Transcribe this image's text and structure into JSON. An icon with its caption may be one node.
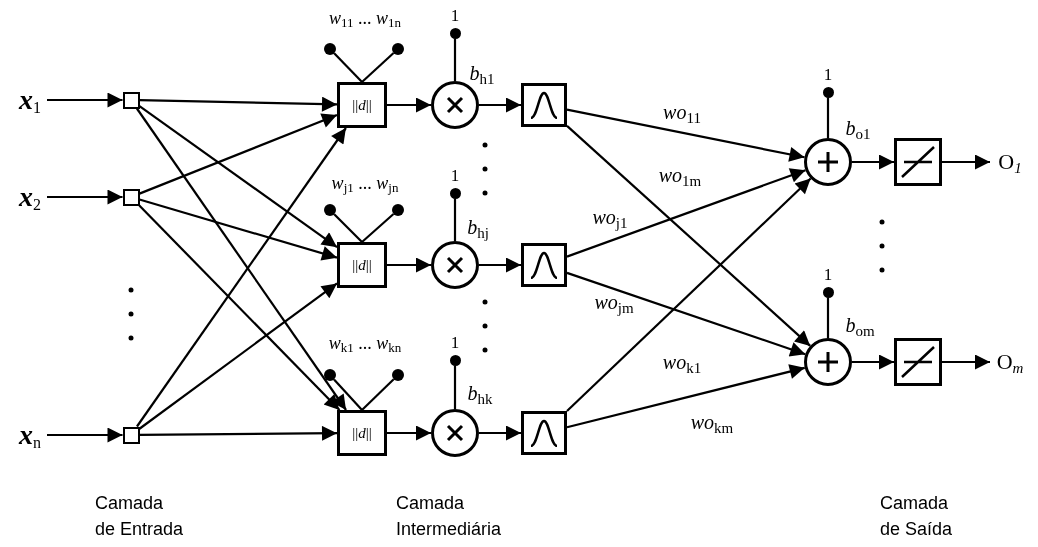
{
  "diagram": {
    "nodes": [
      {
        "text": [
          "x$_{1}$"
        ]
      },
      {
        "text": [
          "x$_{2}$"
        ]
      },
      {
        "text": [
          "x$_{n}$"
        ]
      },
      {
        "text": [],
        "shape": "box"
      },
      {
        "text": [],
        "shape": "box"
      },
      {
        "text": [],
        "shape": "box"
      },
      {
        "text": [],
        "shape": "circle"
      },
      {
        "text": [],
        "shape": "circle"
      },
      {
        "text": [
          "||*d*||"
        ]
      },
      {
        "text": [],
        "shape": "circle",
        "beside": [
          "1"
        ]
      },
      {
        "text": [],
        "shape": "circle"
      },
      {
        "text": [],
        "shape": "box"
      },
      {
        "text": [],
        "shape": "circle"
      },
      {
        "text": [],
        "shape": "circle"
      },
      {
        "text": [
          "||*d*||"
        ]
      },
      {
        "text": [],
        "shape": "circle",
        "beside": [
          "1"
        ]
      },
      {
        "text": [],
        "shape": "circle"
      },
      {
        "text": [],
        "shape": "box"
      },
      {
        "text": [],
        "shape": "circle"
      },
      {
        "text": [],
        "shape": "circle"
      },
      {
        "text": [
          "||*d*||"
        ]
      },
      {
        "text": [],
        "shape": "circle",
        "beside": [
          "1"
        ]
      },
      {
        "text": [],
        "shape": "circle"
      },
      {
        "text": [],
        "shape": "box"
      },
      {
        "text": [],
        "shape": "circle",
        "beside": [
          "1"
        ]
      },
      {
        "text": [],
        "shape": "circle"
      },
      {
        "text": [],
        "shape": "box"
      },
      {
        "text": [
          "O$_{1}$"
        ]
      },
      {
        "text": [],
        "shape": "circle",
        "beside": [
          "1"
        ]
      },
      {
        "text": [],
        "shape": "circle"
      },
      {
        "text": [],
        "shape": "box"
      },
      {
        "text": [
          "O$_{m}$"
        ]
      }
    ],
    "edges": [
      {
        "from": 0,
        "to": 3,
        "arrow": "to"
      },
      {
        "from": 1,
        "to": 4,
        "arrow": "to"
      },
      {
        "from": 2,
        "to": 5,
        "arrow": "to"
      },
      {
        "from": 3,
        "to": 8,
        "arrow": "to"
      },
      {
        "from": 3,
        "to": 14,
        "arrow": "to"
      },
      {
        "from": 3,
        "to": 20,
        "arrow": "to"
      },
      {
        "from": 4,
        "to": 8,
        "arrow": "to"
      },
      {
        "from": 4,
        "to": 14,
        "arrow": "to"
      },
      {
        "from": 4,
        "to": 20,
        "arrow": "to"
      },
      {
        "from": 5,
        "to": 8,
        "arrow": "to"
      },
      {
        "from": 5,
        "to": 14,
        "arrow": "to"
      },
      {
        "from": 5,
        "to": 20,
        "arrow": "to"
      },
      {
        "from": 6,
        "to": 8,
        "arrow": "none"
      },
      {
        "from": 7,
        "to": 8,
        "arrow": "none"
      },
      {
        "from": 8,
        "to": 10,
        "arrow": "to"
      },
      {
        "from": 9,
        "to": 10,
        "arrow": "none",
        "label": "*b*$_{h1}$"
      },
      {
        "from": 10,
        "to": 11,
        "arrow": "to"
      },
      {
        "from": 12,
        "to": 14,
        "arrow": "none"
      },
      {
        "from": 13,
        "to": 14,
        "arrow": "none"
      },
      {
        "from": 14,
        "to": 16,
        "arrow": "to"
      },
      {
        "from": 15,
        "to": 16,
        "arrow": "none",
        "label": "*b*$_{hj}$"
      },
      {
        "from": 16,
        "to": 17,
        "arrow": "to"
      },
      {
        "from": 18,
        "to": 20,
        "arrow": "none"
      },
      {
        "from": 19,
        "to": 20,
        "arrow": "none"
      },
      {
        "from": 20,
        "to": 22,
        "arrow": "to"
      },
      {
        "from": 21,
        "to": 22,
        "arrow": "none",
        "label": "*b*$_{hk}$"
      },
      {
        "from": 22,
        "to": 23,
        "arrow": "to"
      },
      {
        "from": 11,
        "to": 25,
        "arrow": "to",
        "label": "*wo*$_{11}$"
      },
      {
        "from": 11,
        "to": 29,
        "arrow": "to",
        "label": "*wo*$_{1m}$"
      },
      {
        "from": 17,
        "to": 25,
        "arrow": "to",
        "label": "*wo*$_{j1}$"
      },
      {
        "from": 17,
        "to": 29,
        "arrow": "to",
        "label": "*wo*$_{jm}$"
      },
      {
        "from": 23,
        "to": 25,
        "arrow": "to",
        "label": "*wo*$_{k1}$"
      },
      {
        "from": 23,
        "to": 29,
        "arrow": "to",
        "label": "*wo*$_{km}$"
      },
      {
        "from": 24,
        "to": 25,
        "arrow": "none",
        "label": "*b*$_{o1}$"
      },
      {
        "from": 25,
        "to": 26,
        "arrow": "to"
      },
      {
        "from": 26,
        "to": 27,
        "arrow": "to"
      },
      {
        "from": 28,
        "to": 29,
        "arrow": "none",
        "label": "*b*$_{om}$"
      },
      {
        "from": 29,
        "to": 30,
        "arrow": "to"
      },
      {
        "from": 30,
        "to": 31,
        "arrow": "to"
      }
    ],
    "labels": [
      "*w*$_{11}$ ... *w*$_{1n}$",
      "*w*$_{j1}$ ... *w*$_{jn}$",
      "*w*$_{k1}$ ... *w*$_{kn}$",
      "Camada de Entrada",
      "Camada Intermediária",
      "Camada de Saída"
    ]
  }
}
